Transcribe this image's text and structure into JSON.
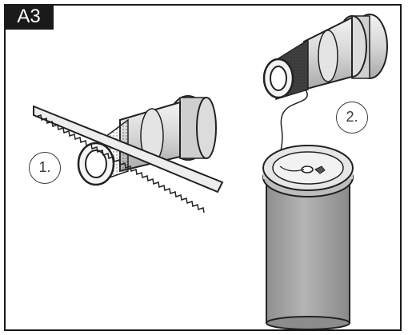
{
  "figure": {
    "panel_label": "A3",
    "steps": [
      {
        "label": "1."
      },
      {
        "label": "2."
      }
    ]
  }
}
